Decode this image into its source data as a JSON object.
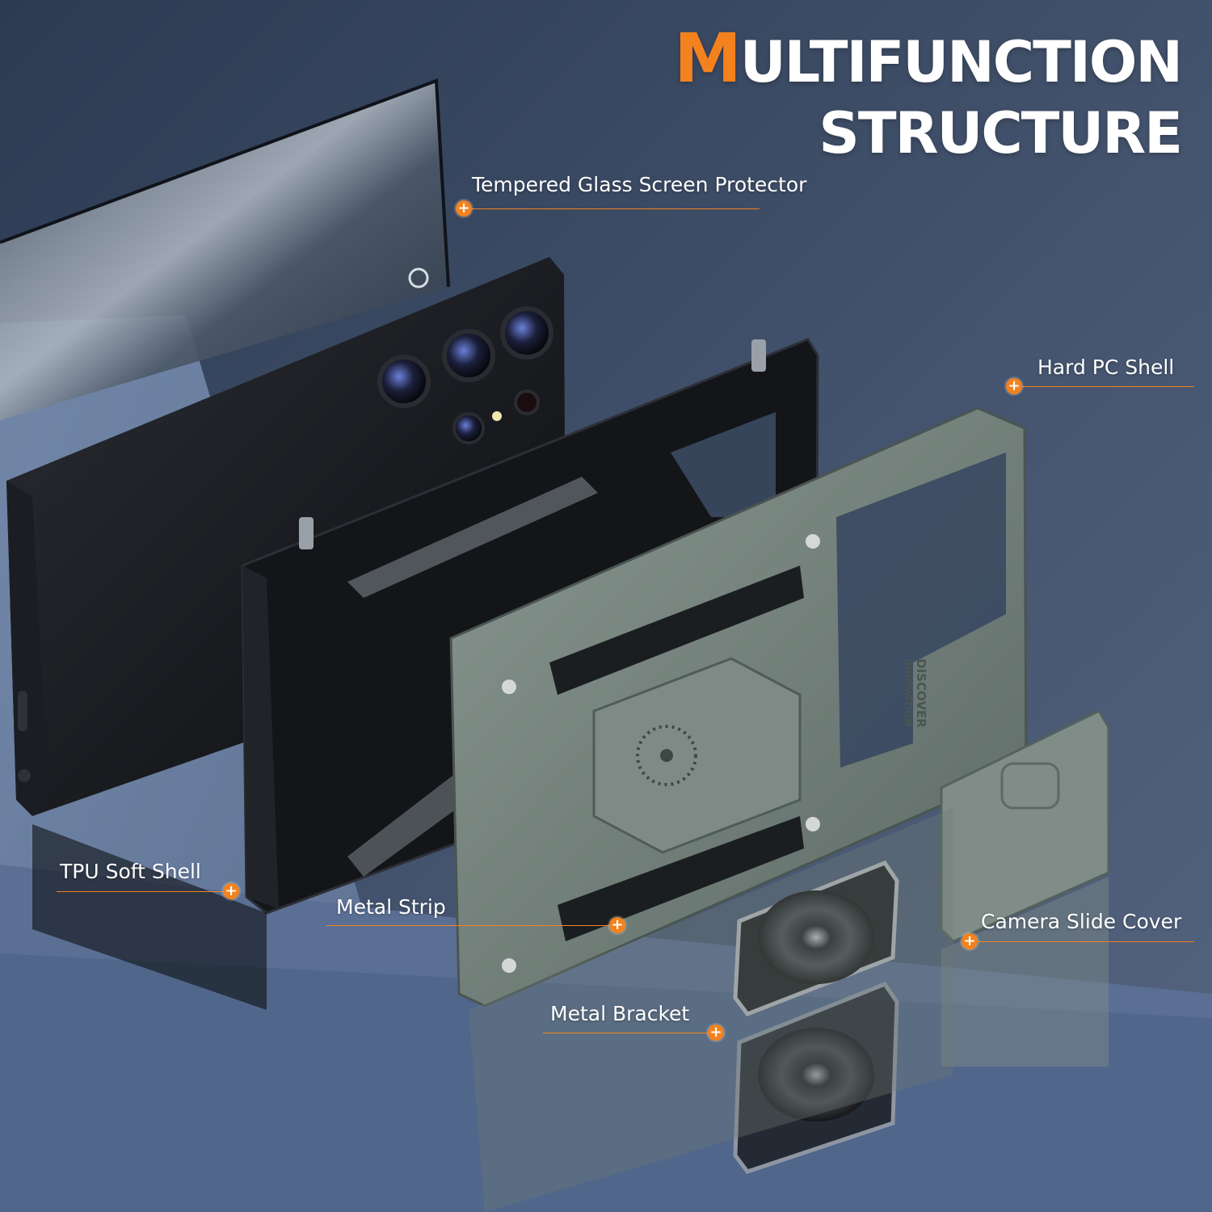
{
  "title": {
    "line1_first_letter": "M",
    "line1_rest": "ULTIFUNCTION",
    "line2": "STRUCTURE"
  },
  "callouts": {
    "tempered_glass": "Tempered Glass Screen Protector",
    "hard_pc_shell": "Hard PC Shell",
    "tpu_soft_shell": "TPU Soft Shell",
    "metal_strip": "Metal Strip",
    "camera_slide_cover": "Camera Slide Cover",
    "metal_bracket": "Metal Bracket"
  },
  "plus_glyph": "+",
  "embossed_text": [
    "DISCOVER",
    "INNOVATION"
  ],
  "colors": {
    "accent": "#f3821e",
    "background": "#3b4a62",
    "shell_green": "#6f7c76",
    "case_black": "#121417"
  }
}
